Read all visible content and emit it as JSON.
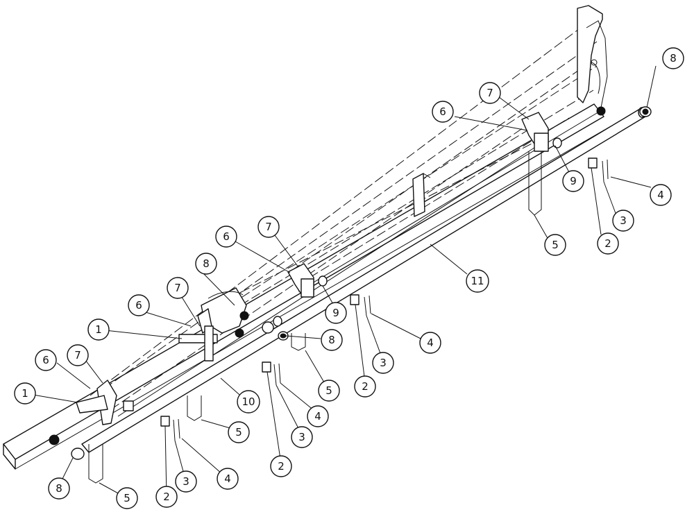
{
  "callouts": [
    {
      "id": "c1a",
      "label": "1"
    },
    {
      "id": "c1b",
      "label": "1"
    },
    {
      "id": "c2a",
      "label": "2"
    },
    {
      "id": "c2b",
      "label": "2"
    },
    {
      "id": "c2c",
      "label": "2"
    },
    {
      "id": "c2d",
      "label": "2"
    },
    {
      "id": "c3a",
      "label": "3"
    },
    {
      "id": "c3b",
      "label": "3"
    },
    {
      "id": "c3c",
      "label": "3"
    },
    {
      "id": "c3d",
      "label": "3"
    },
    {
      "id": "c4a",
      "label": "4"
    },
    {
      "id": "c4b",
      "label": "4"
    },
    {
      "id": "c4c",
      "label": "4"
    },
    {
      "id": "c4d",
      "label": "4"
    },
    {
      "id": "c5a",
      "label": "5"
    },
    {
      "id": "c5b",
      "label": "5"
    },
    {
      "id": "c5c",
      "label": "5"
    },
    {
      "id": "c5d",
      "label": "5"
    },
    {
      "id": "c6a",
      "label": "6"
    },
    {
      "id": "c6b",
      "label": "6"
    },
    {
      "id": "c6c",
      "label": "6"
    },
    {
      "id": "c6d",
      "label": "6"
    },
    {
      "id": "c7a",
      "label": "7"
    },
    {
      "id": "c7b",
      "label": "7"
    },
    {
      "id": "c7c",
      "label": "7"
    },
    {
      "id": "c7d",
      "label": "7"
    },
    {
      "id": "c8a",
      "label": "8"
    },
    {
      "id": "c8b",
      "label": "8"
    },
    {
      "id": "c8c",
      "label": "8"
    },
    {
      "id": "c8d",
      "label": "8"
    },
    {
      "id": "c9a",
      "label": "9"
    },
    {
      "id": "c9b",
      "label": "9"
    },
    {
      "id": "c10",
      "label": "10"
    },
    {
      "id": "c11",
      "label": "11"
    }
  ]
}
